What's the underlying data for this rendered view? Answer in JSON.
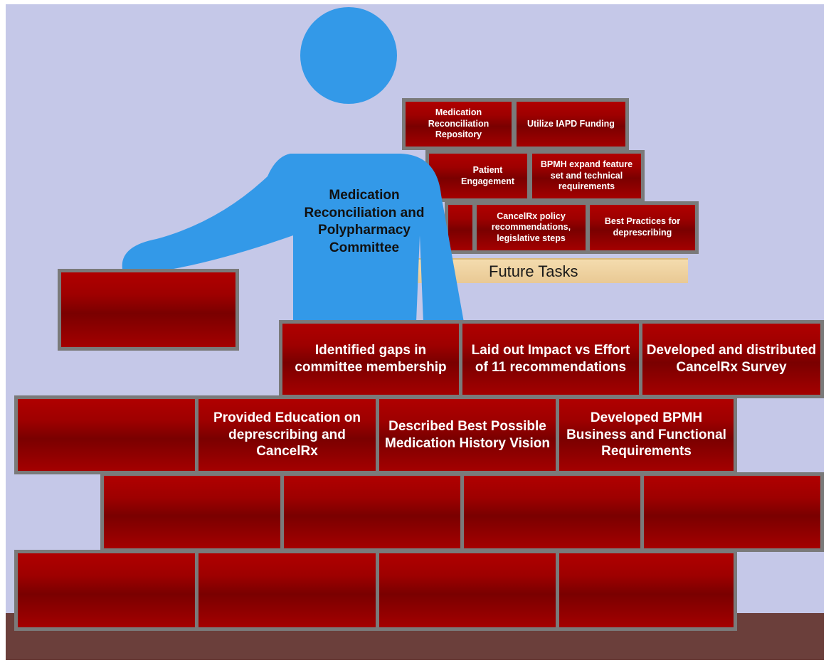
{
  "figure": {
    "committee_label": "Medication Reconciliation and Polypharmacy Committee",
    "future_label": "Future Tasks"
  },
  "future_bricks": {
    "medication_reconciliation_repository": "Medication Reconciliation Repository",
    "utilize_iapd_funding": "Utilize IAPD Funding",
    "patient_engagement": "Patient Engagement",
    "bpmh_expand": "BPMH expand feature set and technical requirements",
    "cancelrx_policy": "CancelRx policy recommendations, legislative steps",
    "best_practices": "Best Practices for deprescribing"
  },
  "wall_bricks": {
    "identified_gaps": "Identified gaps in committee membership",
    "impact_vs_effort": "Laid out Impact vs Effort of 11 recommendations",
    "cancelrx_survey": "Developed and distributed CancelRx Survey",
    "education": "Provided Education on deprescribing and CancelRx",
    "bpmh_vision": "Described Best Possible Medication History Vision",
    "bpmh_requirements": "Developed BPMH Business and Functional Requirements"
  },
  "colors": {
    "background": "#c5c8e8",
    "person": "#3399e8",
    "brick": "#9e0000",
    "mortar": "#7a7a7a",
    "ground": "#6b3f3b",
    "future_plank": "#f0d7a5"
  }
}
